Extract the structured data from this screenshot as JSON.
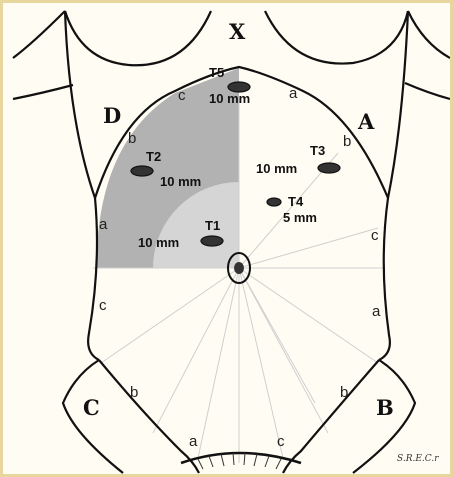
{
  "corner_labels": {
    "top": "X",
    "upper_left": "D",
    "upper_right": "A",
    "lower_left": "C",
    "lower_right": "B"
  },
  "edge_labels": [
    {
      "id": "ul-c",
      "text": "c"
    },
    {
      "id": "ul-b",
      "text": "b"
    },
    {
      "id": "ul-a",
      "text": "a"
    },
    {
      "id": "ur-a",
      "text": "a"
    },
    {
      "id": "ur-b",
      "text": "b"
    },
    {
      "id": "ur-c",
      "text": "c"
    },
    {
      "id": "ll-c",
      "text": "c"
    },
    {
      "id": "ll-b",
      "text": "b"
    },
    {
      "id": "ll-a",
      "text": "a"
    },
    {
      "id": "lr-a",
      "text": "a"
    },
    {
      "id": "lr-b",
      "text": "b"
    },
    {
      "id": "lr-c",
      "text": "c"
    }
  ],
  "trocars": [
    {
      "id": "T5",
      "label": "T5",
      "size": "10 mm",
      "size_mm": 10
    },
    {
      "id": "T2",
      "label": "T2",
      "size": "10 mm",
      "size_mm": 10
    },
    {
      "id": "T3",
      "label": "T3",
      "size": "10 mm",
      "size_mm": 10
    },
    {
      "id": "T4",
      "label": "T4",
      "size": "5 mm",
      "size_mm": 5
    },
    {
      "id": "T1",
      "label": "T1",
      "size": "10 mm",
      "size_mm": 10
    }
  ],
  "credit": "S.R.E.C.r",
  "colors": {
    "frame_border": "#e7d79f",
    "background": "#fffdf3",
    "zone_dark": "#b2b2b2",
    "zone_light": "#d6d6d6",
    "outline": "#111111"
  }
}
